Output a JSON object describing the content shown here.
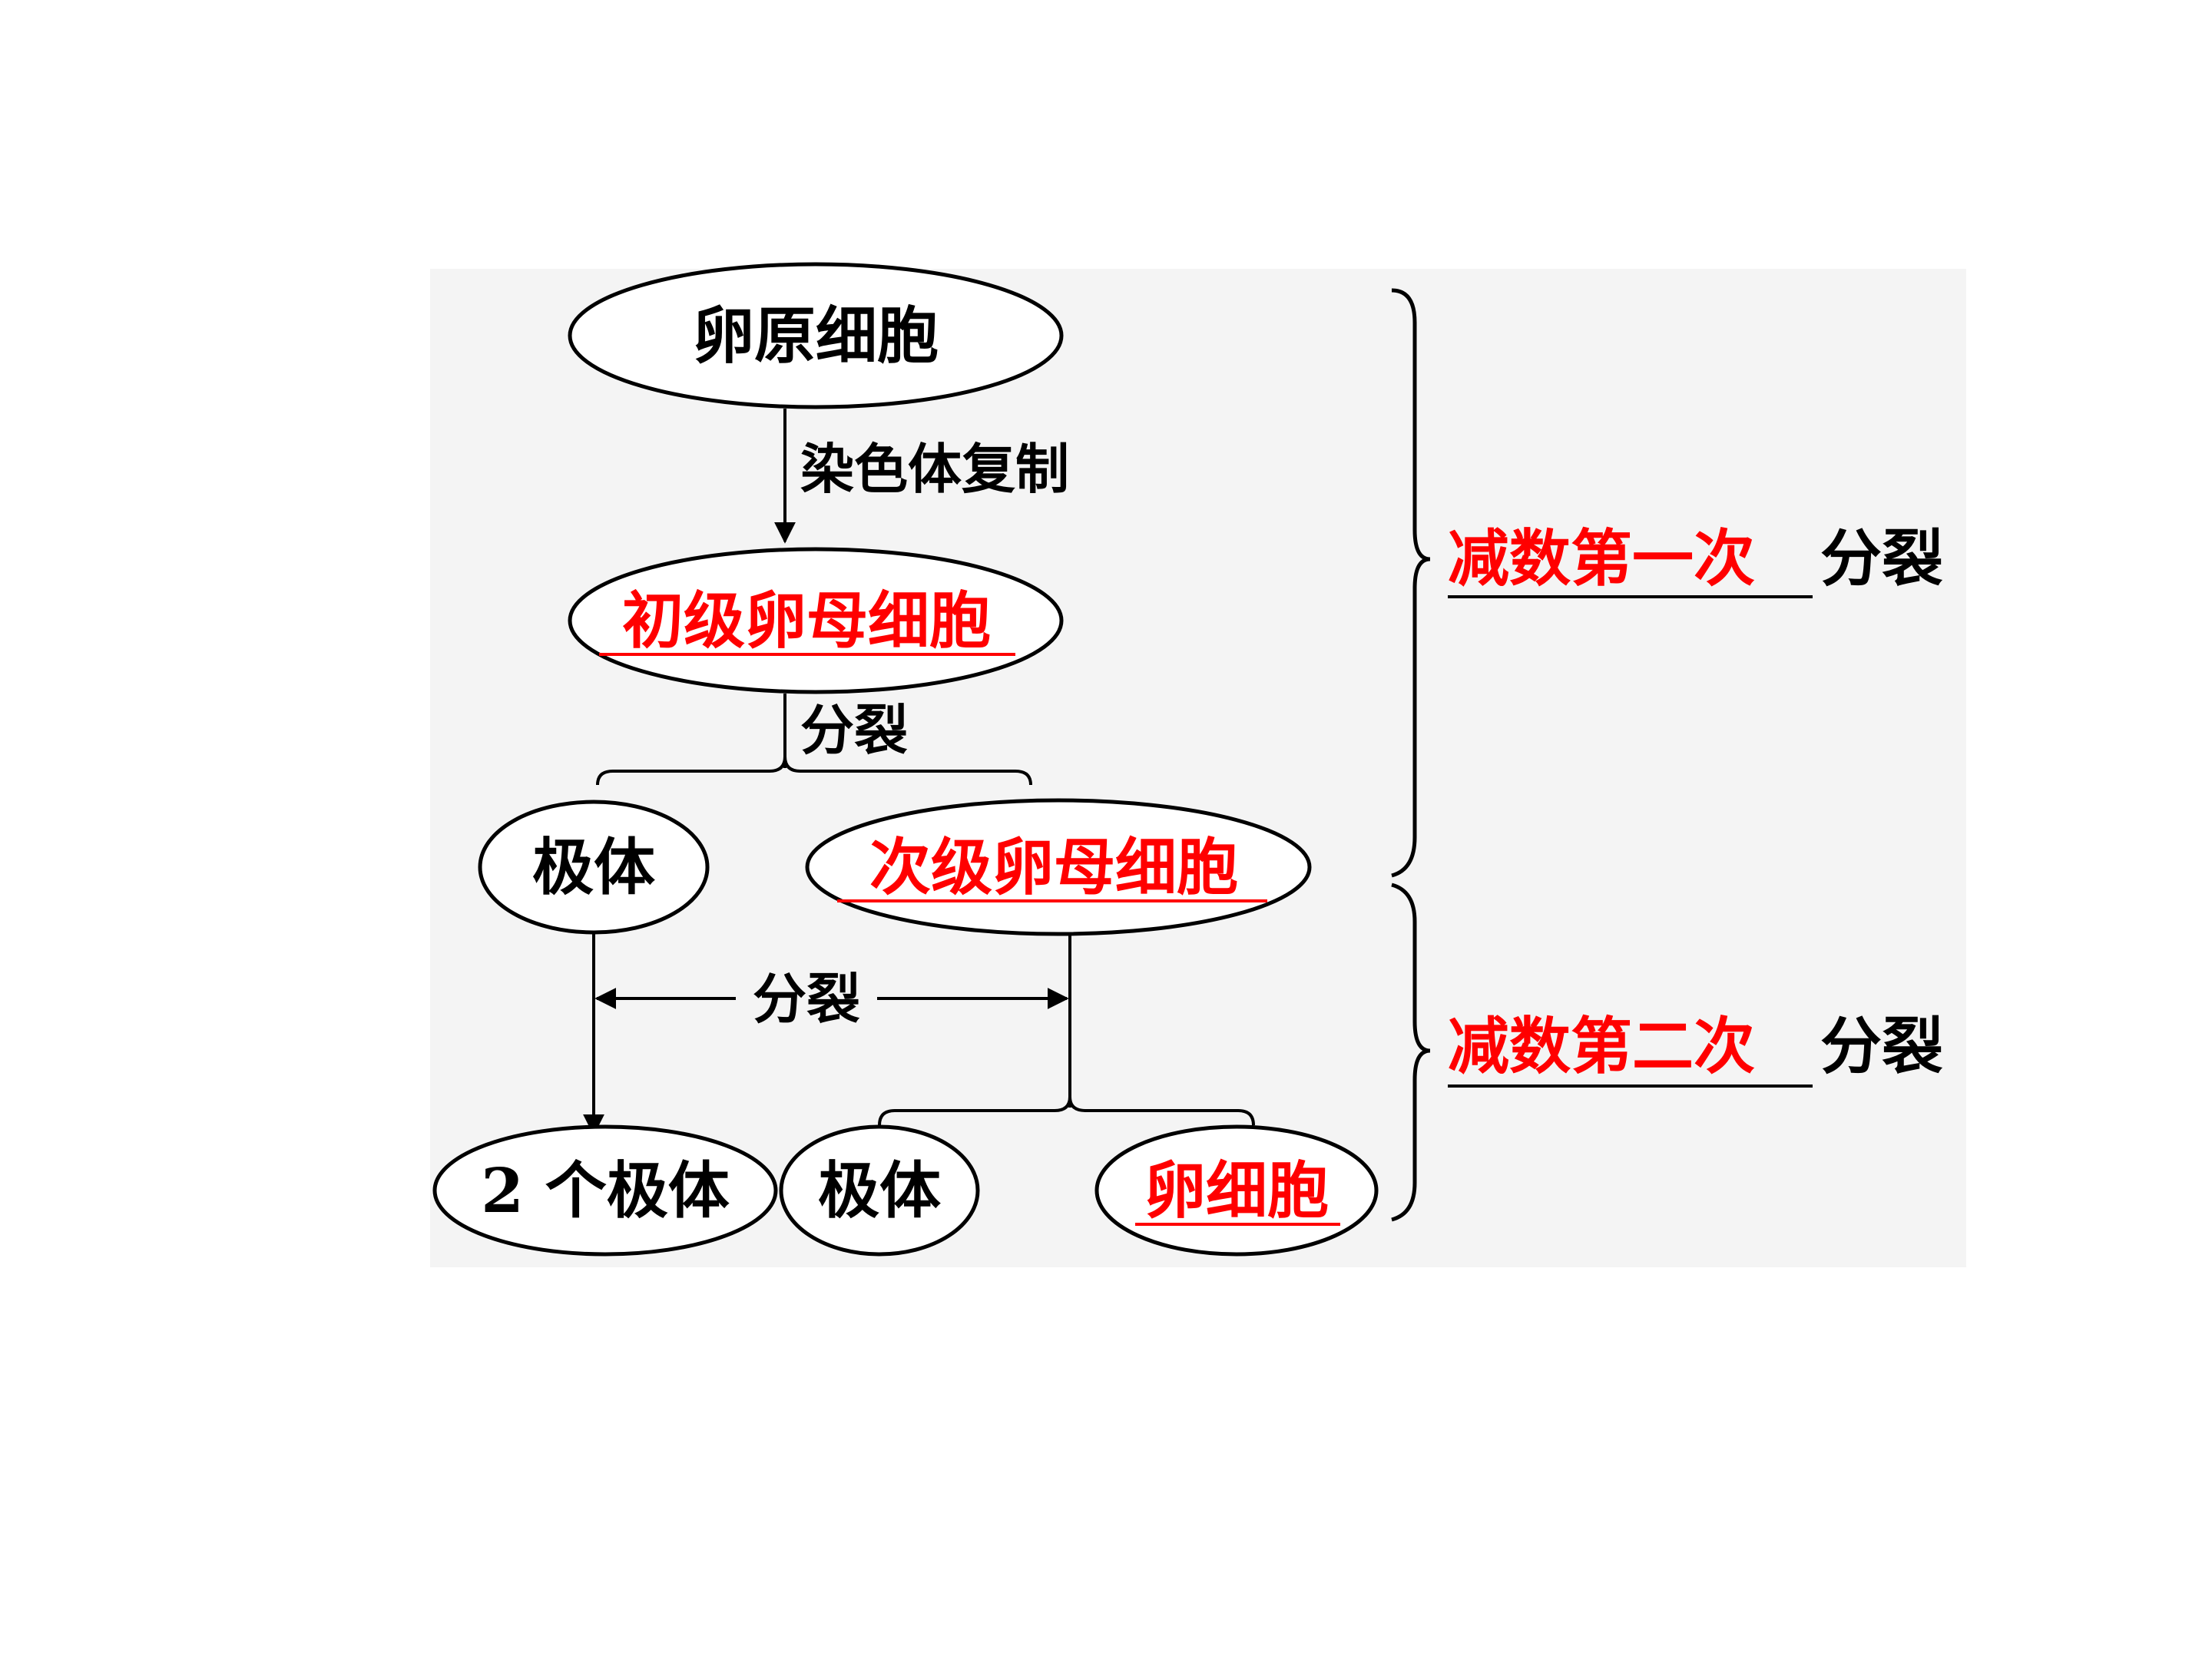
{
  "nodes": {
    "oogonium": "卵原细胞",
    "primary_oocyte": "初级卵母细胞",
    "polar_body_1": "极体",
    "secondary_oocyte": "次级卵母细胞",
    "two_polar_bodies": "2 个极体",
    "polar_body_2": "极体",
    "egg_cell": "卵细胞"
  },
  "edges": {
    "replication": "染色体复制",
    "division_1": "分裂",
    "division_2": "分裂"
  },
  "stages": {
    "meiosis_1_answer": "减数第一次",
    "meiosis_1_suffix": "分裂",
    "meiosis_2_answer": "减数第二次",
    "meiosis_2_suffix": "分裂"
  },
  "colors": {
    "answer": "#ff0000",
    "text": "#000000"
  }
}
